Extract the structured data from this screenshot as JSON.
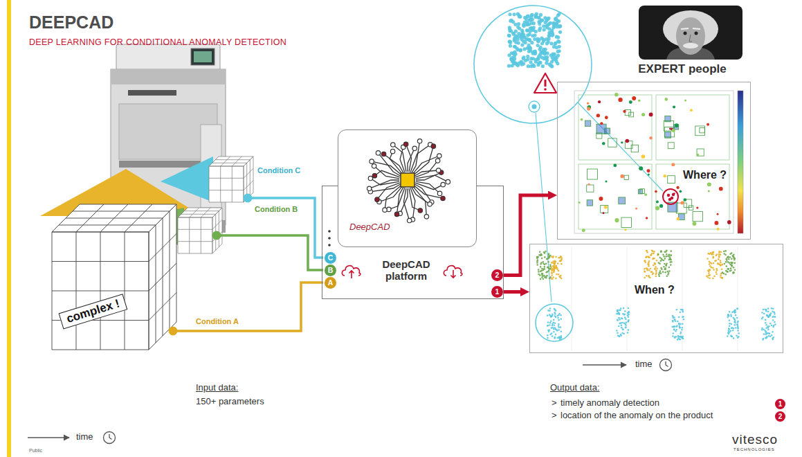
{
  "diagram": {
    "title": "DEEPCAD",
    "nodes": [
      {
        "text": [
          "DeepCAD platform"
        ]
      },
      {
        "text": [
          "DeepCAD"
        ],
        "in": 0
      },
      {
        "text": [
          "C"
        ],
        "in": 0
      },
      {
        "text": [
          "B"
        ],
        "in": 0
      },
      {
        "text": [
          "A"
        ],
        "in": 0
      },
      {
        "text": [
          "2"
        ],
        "in": 0
      },
      {
        "text": [
          "1"
        ],
        "in": 0
      },
      {
        "text": [
          "EXPERT people"
        ]
      },
      {
        "text": [
          "Where ?"
        ]
      },
      {
        "text": [
          "When ?"
        ]
      }
    ],
    "edges": [
      {
        "from": 5,
        "to": 8,
        "arrow": "to"
      },
      {
        "from": 6,
        "to": 9,
        "arrow": "to"
      }
    ],
    "labels": [
      "DEEP LEARNING FOR CONDITIONAL ANOMALY DETECTION",
      "Condition C",
      "Condition B",
      "Condition A",
      "complex !",
      "Input data:",
      "150+ parameters",
      "time",
      "time",
      "Output data:",
      ">",
      "timely anomaly detection",
      "1",
      ">",
      "location of the anomaly on the product",
      "2",
      "Public",
      "vitesco",
      "TECHNOLOGIES"
    ]
  }
}
